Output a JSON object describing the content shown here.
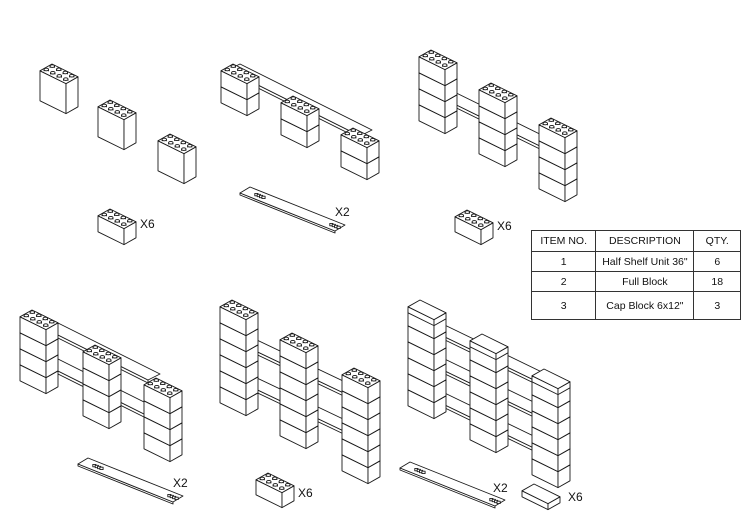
{
  "qty_labels": {
    "s1": "X6",
    "s2": "X2",
    "s3": "X6",
    "s4": "X2",
    "s5": "X6",
    "s6a": "X2",
    "s6b": "X6"
  },
  "bom": {
    "headers": [
      "ITEM NO.",
      "DESCRIPTION",
      "QTY."
    ],
    "rows": [
      {
        "item": "1",
        "description": "Half Shelf Unit 36\"",
        "qty": "6"
      },
      {
        "item": "2",
        "description": "Full Block",
        "qty": "18"
      },
      {
        "item": "3",
        "description": "Cap Block 6x12\"",
        "qty": "3"
      }
    ]
  }
}
